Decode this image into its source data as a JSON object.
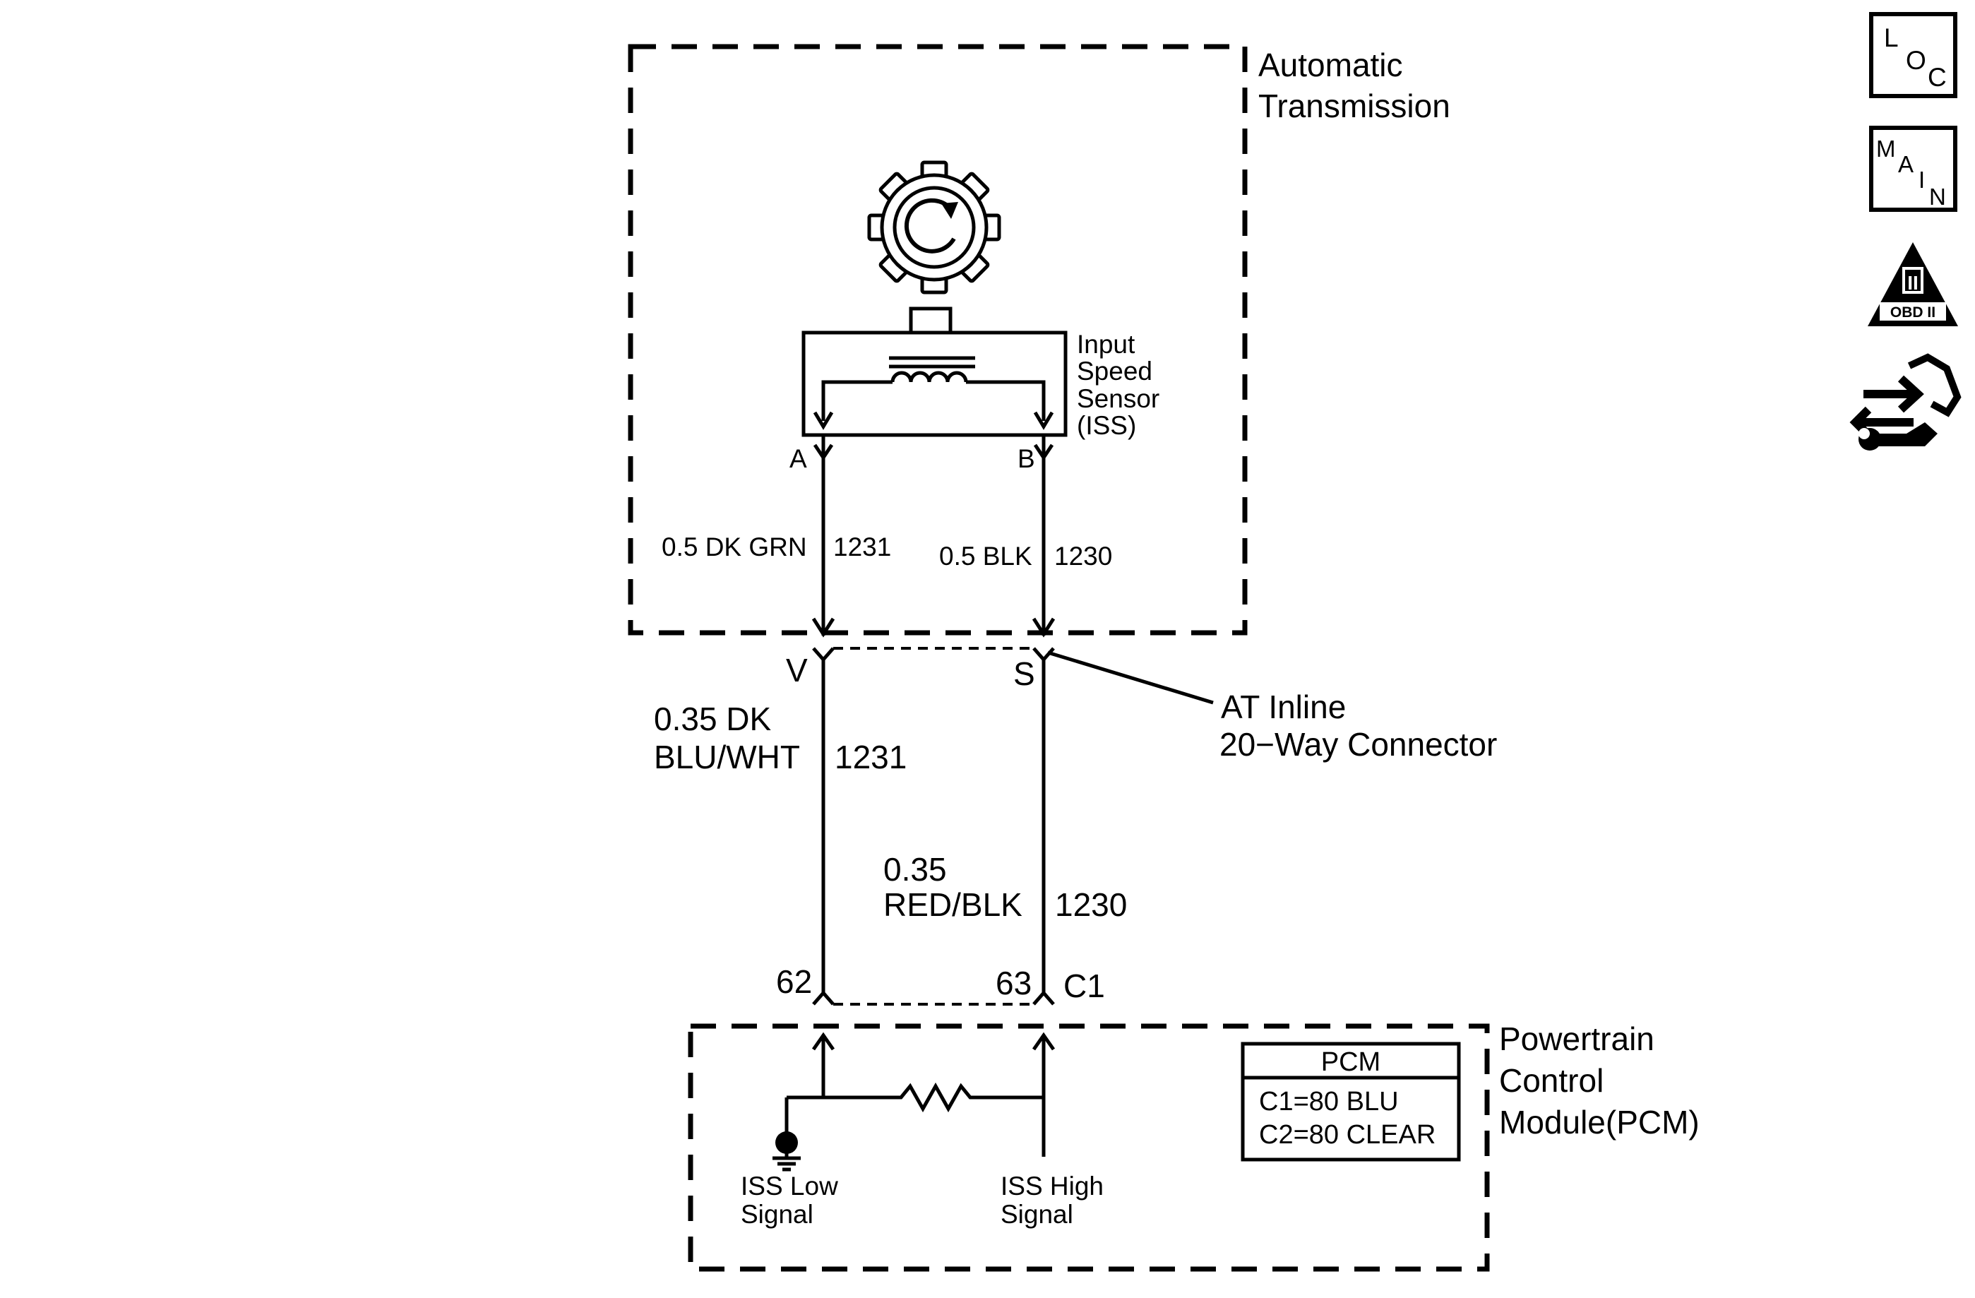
{
  "transmission": {
    "label_line1": "Automatic",
    "label_line2": "Transmission"
  },
  "sensor": {
    "label_line1": "Input",
    "label_line2": "Speed",
    "label_line3": "Sensor",
    "label_line4": "(ISS)",
    "pin_a": "A",
    "pin_b": "B"
  },
  "wires_upper": {
    "left_spec": "0.5 DK GRN",
    "left_circuit": "1231",
    "right_spec": "0.5 BLK",
    "right_circuit": "1230"
  },
  "inline_connector": {
    "pin_left": "V",
    "pin_right": "S",
    "label_line1": "AT Inline",
    "label_line2": "20−Way Connector"
  },
  "wires_lower": {
    "left_spec_line1": "0.35 DK",
    "left_spec_line2": "BLU/WHT",
    "left_circuit": "1231",
    "right_spec_line1": "0.35",
    "right_spec_line2": "RED/BLK",
    "right_circuit": "1230"
  },
  "pcm_connector": {
    "pin_left": "62",
    "pin_right": "63",
    "connector_id": "C1"
  },
  "pcm": {
    "label_line1": "Powertrain",
    "label_line2": "Control",
    "label_line3": "Module(PCM)",
    "table_header": "PCM",
    "table_row1": "C1=80 BLU",
    "table_row2": "C2=80 CLEAR",
    "low_signal_line1": "ISS Low",
    "low_signal_line2": "Signal",
    "high_signal_line1": "ISS High",
    "high_signal_line2": "Signal"
  },
  "side_icons": [
    {
      "name": "loc-icon",
      "letters": [
        "L",
        "O",
        "C"
      ]
    },
    {
      "name": "main-icon",
      "letters": [
        "M",
        "A",
        "I",
        "N"
      ]
    },
    {
      "name": "obd2-icon",
      "numeral": "II",
      "caption": "OBD II"
    },
    {
      "name": "connector-hand-icon"
    }
  ]
}
